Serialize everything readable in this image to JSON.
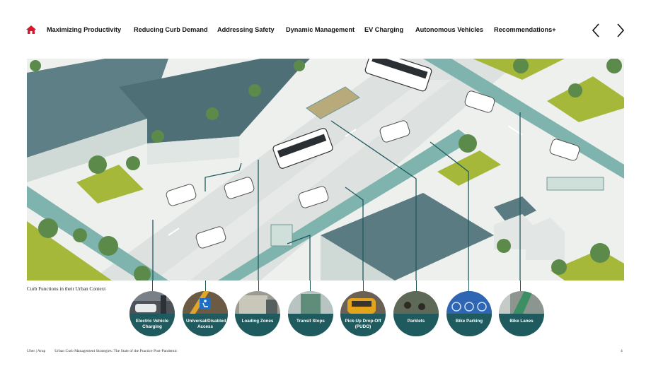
{
  "nav": {
    "home_icon": "home-icon",
    "items": [
      "Maximizing Productivity",
      "Reducing Curb Demand",
      "Addressing Safety",
      "Dynamic Management",
      "EV Charging",
      "Autonomous Vehicles",
      "Recommendations+"
    ],
    "prev_icon": "chevron-left-icon",
    "next_icon": "chevron-right-icon"
  },
  "caption": "Curb Functions in their Urban Context",
  "curb_functions": [
    {
      "label": "Electric Vehicle Charging",
      "icon": "ev-charging-photo"
    },
    {
      "label": "Universal/Disabled Access",
      "icon": "accessible-icon"
    },
    {
      "label": "Loading Zones",
      "icon": "loading-zone-photo"
    },
    {
      "label": "Transit Stops",
      "icon": "transit-stop-photo"
    },
    {
      "label": "Pick-Up Drop-Off (PUDO)",
      "icon": "taxi-photo"
    },
    {
      "label": "Parklets",
      "icon": "parklet-photo"
    },
    {
      "label": "Bike Parking",
      "icon": "bike-parking-photo"
    },
    {
      "label": "Bike Lanes",
      "icon": "bike-lane-photo"
    }
  ],
  "footer": {
    "org": "Uber | Arup",
    "title": "Urban Curb Management Strategies: The State of the Practice Post-Pandemic",
    "page": "4"
  },
  "colors": {
    "accent_red": "#d6192a",
    "teal_dark": "#1f5a5f",
    "teal_light": "#7fb3ad",
    "grass": "#a6b83a",
    "road": "#dde1df"
  }
}
